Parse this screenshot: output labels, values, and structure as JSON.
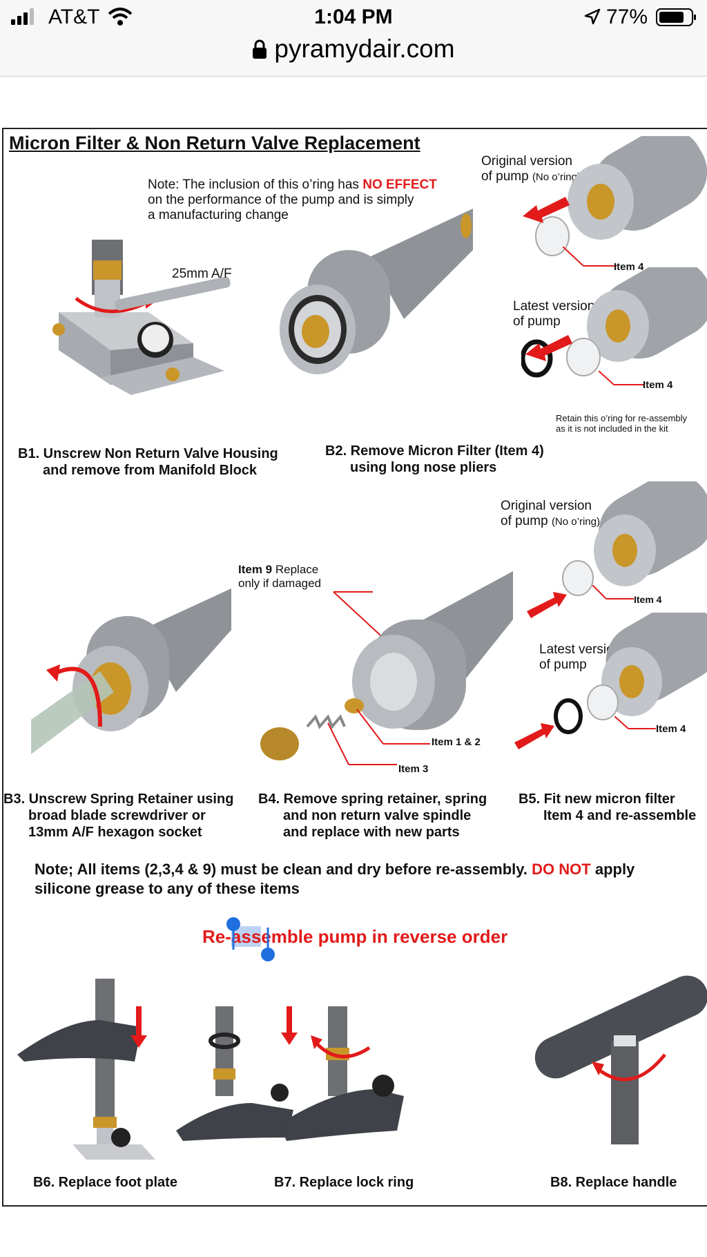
{
  "status": {
    "carrier": "AT&T",
    "time": "1:04 PM",
    "battery": "77%"
  },
  "browser": {
    "url": "pyramydair.com"
  },
  "doc": {
    "title": "Micron Filter & Non Return Valve Replacement",
    "note_top_prefix": "Note: The inclusion of this o’ring has",
    "note_top_highlight": "NO EFFECT",
    "note_top_line2": "on the performance of the pump and is simply",
    "note_top_line3": "a manufacturing change",
    "wrench_label": "25mm A/F",
    "orig_version_1": "Original version",
    "orig_version_2": "of pump",
    "no_oring": "(No o’ring)",
    "latest_version_1": "Latest version",
    "latest_version_2": "of pump",
    "item4": "Item 4",
    "retain_line1": "Retain this o’ring for re-assembly",
    "retain_line2": "as it is not included in the kit",
    "b1_line1": "B1. Unscrew Non Return Valve Housing",
    "b1_line2": "and remove from Manifold Block",
    "b2_line1": "B2. Remove Micron Filter (Item 4)",
    "b2_line2": "using long nose pliers",
    "item9_bold": "Item 9",
    "item9_rest": "Replace",
    "item9_line2": "only if damaged",
    "item12": "Item 1 & 2",
    "item3": "Item 3",
    "b3_line1": "B3. Unscrew Spring Retainer using",
    "b3_line2": "broad blade screwdriver or",
    "b3_line3": "13mm A/F hexagon socket",
    "b4_line1": "B4. Remove spring retainer, spring",
    "b4_line2": "and non return valve spindle",
    "b4_line3": "and replace with new parts",
    "b5_line1": "B5. Fit new micron filter",
    "b5_line2": "Item 4 and re-assemble",
    "note_bottom_prefix": "Note; All items (2,3,4 & 9) must be clean and dry before re-assembly.",
    "note_bottom_highlight": "DO NOT",
    "note_bottom_suffix": "apply",
    "note_bottom_line2": "silicone grease to any of these items",
    "reassemble_a": "Re-",
    "reassemble_sel": "ass",
    "reassemble_b": "emble pump in reverse order",
    "b6": "B6. Replace foot plate",
    "b7": "B7. Replace lock ring",
    "b8": "B8. Replace handle"
  },
  "colors": {
    "accent_red": "#e21a1a",
    "selection_blue": "#1f6fe0",
    "selection_fill": "#bcd3f5"
  },
  "icons": [
    "signal-bars-icon",
    "wifi-icon",
    "location-arrow-icon",
    "battery-icon",
    "lock-icon"
  ]
}
